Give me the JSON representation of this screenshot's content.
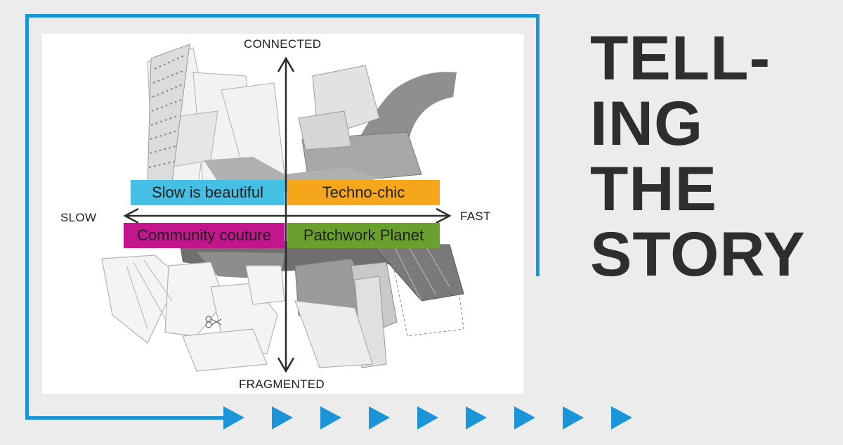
{
  "axes": {
    "top": "CONNECTED",
    "bottom": "FRAGMENTED",
    "left": "SLOW",
    "right": "FAST"
  },
  "quadrants": {
    "top_left": {
      "label": "Slow is beautiful",
      "color": "#45bfe3"
    },
    "top_right": {
      "label": "Techno-chic",
      "color": "#f5a61a"
    },
    "bottom_left": {
      "label": "Community couture",
      "color": "#c3158c"
    },
    "bottom_right": {
      "label": "Patchwork Planet",
      "color": "#6aa12d"
    }
  },
  "headline": {
    "line1": "TELL-",
    "line2": "ING",
    "line3": "THE",
    "line4": "STORY"
  },
  "colors": {
    "frame": "#1b95d8",
    "background": "#ececec",
    "headline": "#2e2e2e"
  }
}
